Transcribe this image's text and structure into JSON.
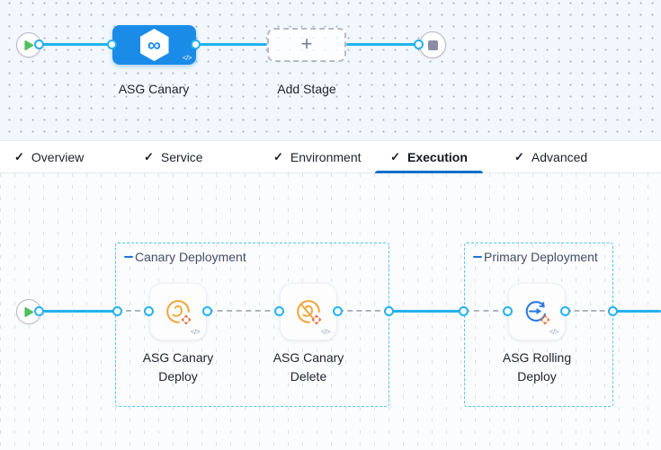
{
  "stage_pipeline": {
    "stage": {
      "name": "ASG Canary"
    },
    "add_stage": {
      "label": "Add Stage"
    }
  },
  "tabs": {
    "items": [
      {
        "label": "Overview",
        "checked": true,
        "active": false
      },
      {
        "label": "Service",
        "checked": true,
        "active": false
      },
      {
        "label": "Environment",
        "checked": true,
        "active": false
      },
      {
        "label": "Execution",
        "checked": true,
        "active": true
      },
      {
        "label": "Advanced",
        "checked": true,
        "active": false
      }
    ]
  },
  "execution": {
    "groups": [
      {
        "title": "Canary Deployment",
        "steps": [
          {
            "name": "ASG Canary Deploy"
          },
          {
            "name": "ASG Canary Delete"
          }
        ]
      },
      {
        "title": "Primary Deployment",
        "steps": [
          {
            "name": "ASG Rolling Deploy"
          }
        ]
      }
    ]
  },
  "icons": {
    "check": "✓",
    "plus": "+",
    "code": "</>",
    "harness_logo": "∞"
  },
  "colors": {
    "connector_blue": "#23b2ef",
    "stage_card_blue": "#1a8ce8",
    "active_tab_underline": "#1070c9",
    "group_border_blue": "#56c3f2",
    "step_icon_orange": "#f0a63c",
    "scaling_cross_orange": "#e8683a",
    "rolling_icon_blue": "#2b7de0",
    "play_green": "#4cc05f",
    "stop_gray": "#8b8ca6"
  }
}
